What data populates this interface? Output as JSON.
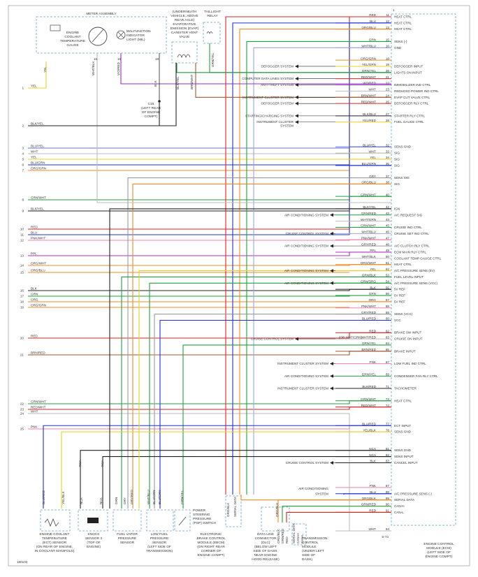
{
  "ecm": {
    "title": [
      "ENGINE CONTROL",
      "MODULE (ECM)",
      "(LEFT SIDE OF",
      "ENGINE COMPT)"
    ],
    "rows": [
      {
        "pin": "11",
        "wire": "RED",
        "fn": "HEAT CTRL",
        "color": "#e02020"
      },
      {
        "pin": "12",
        "wire": "BLU",
        "fn": "HEAT CTRL",
        "color": "#2030d0"
      },
      {
        "pin": "13",
        "wire": "ORG/BLU",
        "fn": "HEAT CTRL",
        "color": "#f08a20"
      },
      {
        "pin": "15",
        "wire": "GRN",
        "fn": "SENS (-)",
        "color": "#20a040"
      },
      {
        "pin": "16",
        "wire": "WHT/BLU",
        "fn": "GND",
        "color": "#9aa6d8"
      },
      {
        "pin": "18",
        "wire": "ORG/GRN",
        "fn": "",
        "color": "#f08a20"
      },
      {
        "pin": "19",
        "wire": "YEL/GRN",
        "fn": "DEFOGGER INPUT",
        "color": "#e8d020"
      },
      {
        "pin": "20",
        "wire": "GRN/YEL",
        "fn": "LIGHTS ON INPUT",
        "color": "#20a040"
      },
      {
        "pin": "21",
        "wire": "RED/WHT",
        "fn": "",
        "color": "#e02020"
      },
      {
        "pin": "22",
        "wire": "VIO/RED",
        "fn": "IMMOBILIZER IND CTRL",
        "color": "#9030c0"
      },
      {
        "pin": "23",
        "wire": "WHT",
        "fn": "REDUCED POWER IND CTRL",
        "color": "#bbbbbb"
      },
      {
        "pin": "24",
        "wire": "BRN/WHT",
        "fn": "EVAP CUT VALVE CTRL",
        "color": "#9a5a30"
      },
      {
        "pin": "25",
        "wire": "RED/WHT",
        "fn": "DEFOGGER RLY CTRL",
        "color": "#e02020"
      },
      {
        "pin": "27",
        "wire": "BLK/BLU",
        "fn": "STARTER RLY CTRL",
        "color": "#222222"
      },
      {
        "pin": "28",
        "wire": "YEL/RED",
        "fn": "FUEL GAUGE CTRL",
        "color": "#e8d020"
      },
      {
        "pin": "32",
        "wire": "BLU/YEL",
        "fn": "SENS GND",
        "color": "#6070e0"
      },
      {
        "pin": "33",
        "wire": "WHT",
        "fn": "SIG",
        "color": "#bbbbbb"
      },
      {
        "pin": "34",
        "wire": "YEL",
        "fn": "SIG",
        "color": "#e8d020"
      },
      {
        "pin": "35",
        "wire": "BLU/GRN",
        "fn": "SIG",
        "color": "#2030d0"
      },
      {
        "pin": "37",
        "wire": "GRY",
        "fn": "SENS SIG",
        "color": "#999999"
      },
      {
        "pin": "38",
        "wire": "ORG/BLU",
        "fn": "SIG",
        "color": "#f08a20"
      },
      {
        "pin": "40",
        "wire": "GRN/WHT",
        "fn": "",
        "color": "#20a040"
      },
      {
        "pin": "42",
        "wire": "BLK/YEL",
        "fn": "IGN",
        "color": "#222222"
      },
      {
        "pin": "43",
        "wire": "GRN/RED",
        "fn": "A/C REQUEST SIG",
        "color": "#20a040"
      },
      {
        "pin": "44",
        "wire": "WHT/GRN",
        "fn": "",
        "color": "#bbbbbb"
      },
      {
        "pin": "45",
        "wire": "GRN/WHT",
        "fn": "CRUISE IND CTRL",
        "color": "#20a040"
      },
      {
        "pin": "46",
        "wire": "WHT/BLU",
        "fn": "CRUISE SET IND CTRL",
        "color": "#9aa6d8"
      },
      {
        "pin": "47",
        "wire": "PNK/WHT",
        "fn": "",
        "color": "#f080b0"
      },
      {
        "pin": "48",
        "wire": "GRY/RED",
        "fn": "A/C CLUTCH RLY CTRL",
        "color": "#999999"
      },
      {
        "pin": "49",
        "wire": "PPL",
        "fn": "ECM MAIN RLY CTRL",
        "color": "#b030c0"
      },
      {
        "pin": "50",
        "wire": "WHT/BLK",
        "fn": "COOLANT TEMP GAUGE CTRL",
        "color": "#bbbbbb"
      },
      {
        "pin": "51",
        "wire": "ORG/WHT",
        "fn": "HEAT CTRL",
        "color": "#f08a20"
      },
      {
        "pin": "52",
        "wire": "YEL",
        "fn": "A/C PRESSURE SENS (5V)",
        "color": "#e8d020"
      },
      {
        "pin": "53",
        "wire": "GRN/BLK",
        "fn": "FUEL LEVEL INPUT",
        "color": "#20a040"
      },
      {
        "pin": "54",
        "wire": "GRN/ORG",
        "fn": "A/C PRESSURE SENS (VCC)",
        "color": "#20a040"
      },
      {
        "pin": "55",
        "wire": "BLK",
        "fn": "5V REF",
        "color": "#222222"
      },
      {
        "pin": "56",
        "wire": "GRN",
        "fn": "5V REF",
        "color": "#20a040"
      },
      {
        "pin": "57",
        "wire": "ORG",
        "fn": "5V REF",
        "color": "#f08a20"
      },
      {
        "pin": "58",
        "wire": "PNK/WHT",
        "fn": "",
        "color": "#f080b0"
      },
      {
        "pin": "59",
        "wire": "GRY/RED",
        "fn": "SENS (VCC)",
        "color": "#999999"
      },
      {
        "pin": "60",
        "wire": "BLU/RED",
        "fn": "VCC",
        "color": "#2030d0"
      },
      {
        "pin": "62",
        "wire": "RED",
        "fn": "BRAKE SW INPUT",
        "color": "#e02020"
      },
      {
        "pin": "63",
        "wire": "WHT/RED",
        "fn": "CRUISE ON INPUT",
        "color": "#bbbbbb"
      },
      {
        "pin": "64",
        "wire": "GRN/YEL",
        "fn": "",
        "color": "#20a040"
      },
      {
        "pin": "65",
        "wire": "BRN/RED",
        "fn": "BRAKE INPUT",
        "color": "#9a5a30"
      },
      {
        "pin": "67",
        "wire": "PNK",
        "fn": "LOW FUEL IND CTRL",
        "color": "#f080b0"
      },
      {
        "pin": "69",
        "wire": "GRN/YEL",
        "fn": "CONDENSER FAN RLY CTRL",
        "color": "#20a040"
      },
      {
        "pin": "71",
        "wire": "BLK/RED",
        "fn": "TACHOMETER",
        "color": "#222222"
      },
      {
        "pin": "73",
        "wire": "GRN/WHT",
        "fn": "HEAT CTRL",
        "color": "#20a040"
      },
      {
        "pin": "74",
        "wire": "RED/WHT",
        "fn": "",
        "color": "#e02020"
      },
      {
        "pin": "77",
        "wire": "BLU/RED",
        "fn": "ECT INPUT",
        "color": "#2030d0"
      },
      {
        "pin": "78",
        "wire": "YEL/BLK",
        "fn": "SENS GND",
        "color": "#e8d020"
      },
      {
        "pin": "81",
        "wire": "NCA",
        "fn": "SENS GND",
        "color": "#222222"
      },
      {
        "pin": "82",
        "wire": "NCA",
        "fn": "SENS INPUT",
        "color": "#222222"
      },
      {
        "pin": "83",
        "wire": "BLK",
        "fn": "CANCEL INPUT",
        "color": "#222222"
      },
      {
        "pin": "87",
        "wire": "PNK",
        "fn": "",
        "color": "#f080b0"
      },
      {
        "pin": "88",
        "wire": "BLU",
        "fn": "A/C PRESSURE SENS (-)",
        "color": "#2030d0"
      },
      {
        "pin": "89",
        "wire": "ORG/BLK",
        "fn": "SERIAL DATA",
        "color": "#f08a20"
      },
      {
        "pin": "90",
        "wire": "GRN/RED",
        "fn": "CAN-H",
        "color": "#20a040"
      },
      {
        "pin": "91",
        "wire": "RED",
        "fn": "CAN-L",
        "color": "#e02020"
      },
      {
        "pin": "94",
        "wire": "WHT",
        "fn": "",
        "color": "#bbbbbb"
      }
    ],
    "pin_ranges": [
      "1",
      "S-74"
    ]
  },
  "left_wires": [
    {
      "num": "1",
      "wire": "YEL",
      "color": "#e8d020"
    },
    {
      "num": "2",
      "wire": "BLK/YEL",
      "color": "#222222"
    },
    {
      "num": "3",
      "wire": "BLU/YEL",
      "color": "#6070e0"
    },
    {
      "num": "4",
      "wire": "WHT",
      "color": "#bbbbbb"
    },
    {
      "num": "5",
      "wire": "YEL",
      "color": "#e8d020"
    },
    {
      "num": "6",
      "wire": "BLU/GRN",
      "color": "#2030d0"
    },
    {
      "num": "7",
      "wire": "ORG/GRN",
      "color": "#f08a20"
    },
    {
      "num": "8",
      "wire": "GRN/WHT",
      "color": "#20a040"
    },
    {
      "num": "9",
      "wire": "BLK/YEL",
      "color": "#222222"
    },
    {
      "num": "10",
      "wire": "RED",
      "color": "#e02020"
    },
    {
      "num": "11",
      "wire": "BLU",
      "color": "#2030d0"
    },
    {
      "num": "12",
      "wire": "PNK/WHT",
      "color": "#f080b0"
    },
    {
      "num": "13",
      "wire": "PPL",
      "color": "#b030c0"
    },
    {
      "num": "14",
      "wire": "ORG/WHT",
      "color": "#f08a20"
    },
    {
      "num": "15",
      "wire": "ORG/BLU",
      "color": "#f08a20"
    },
    {
      "num": "16",
      "wire": "BLK",
      "color": "#222222"
    },
    {
      "num": "17",
      "wire": "GRN",
      "color": "#20a040"
    },
    {
      "num": "18",
      "wire": "ORG",
      "color": "#f08a20"
    },
    {
      "num": "19",
      "wire": "ORG/GRN",
      "color": "#f08a20"
    },
    {
      "num": "20",
      "wire": "RED",
      "color": "#e02020"
    },
    {
      "num": "21",
      "wire": "BRN/RED",
      "color": "#9a5a30"
    },
    {
      "num": "22",
      "wire": "GRN/WHT",
      "color": "#20a040"
    },
    {
      "num": "23",
      "wire": "RED/WHT",
      "color": "#e02020"
    },
    {
      "num": "24",
      "wire": "WHT",
      "color": "#bbbbbb"
    },
    {
      "num": "25",
      "wire": "PNK",
      "color": "#f080b0"
    }
  ],
  "system_labels": [
    {
      "text": "DEFOGGER SYSTEM",
      "row": "19"
    },
    {
      "text": "COMPUTER DATA LINES SYSTEM",
      "row": "21"
    },
    {
      "text": "ANTI-THEFT SYSTEM",
      "row": "22"
    },
    {
      "text": "INSTRUMENT CLUSTER SYSTEM",
      "row": "24"
    },
    {
      "text": "DEFOGGER SYSTEM",
      "row": "25"
    },
    {
      "text": "STARTING/CHARGING SYSTEM",
      "row": "27"
    },
    {
      "text": "INSTRUMENT CLUSTER",
      "row": "28"
    },
    {
      "text": "SYSTEM",
      "row": "28b"
    },
    {
      "text": "AIR CONDITIONING SYSTEM",
      "row": "43"
    },
    {
      "text": "CRUISE CONTROL SYSTEM",
      "row": "46"
    },
    {
      "text": "AIR CONDITIONING SYSTEM",
      "row": "48"
    },
    {
      "text": "AIR CONDITIONING SYSTEM",
      "row": "52"
    },
    {
      "text": "AIR CONDITIONING SYSTEM",
      "row": "54"
    },
    {
      "text": "CRUISE CONTROL SYSTEM",
      "row": "63"
    },
    {
      "text": "INSTRUMENT CLUSTER SYSTEM",
      "row": "67"
    },
    {
      "text": "AIR CONDITIONING SYSTEM",
      "row": "69"
    },
    {
      "text": "INSTRUMENT CLUSTER SYSTEM",
      "row": "71"
    },
    {
      "text": "CRUISE CONTROL SYSTEM",
      "row": "83"
    },
    {
      "text": "AIR CONDITIONING",
      "row": "88a"
    },
    {
      "text": "SYSTEM",
      "row": "88b"
    }
  ],
  "extra_text": {
    "or_wht_grn": "(OR WHT/GRN)"
  },
  "meter": {
    "title": "METER ASSEMBLY",
    "ect_gauge": [
      "ENGINE",
      "COOLANT",
      "TEMPERATURE",
      "GAUGE"
    ],
    "mil": [
      "MALFUNCTION",
      "INDICATOR",
      "LIGHT (MIL)"
    ],
    "pins": [
      "YEL",
      "WHT/BLK",
      "VIO/RED",
      "BLK",
      "15",
      "16",
      "19"
    ],
    "c16": [
      "C16",
      "(LEFT REAR",
      "OF ENGINE",
      "COMPT)"
    ]
  },
  "evap": {
    "text": [
      "(UNDERNEATH",
      "VEHICLE, ABOVE",
      "REAR AXLE)",
      "EVAPORATIVE",
      "EMISSION (EVAP)",
      "CANISTER VENT",
      "VALVE"
    ],
    "pins": [
      "BLK/YEL",
      "BRN/WHT"
    ]
  },
  "taillight": {
    "text": [
      "TAILLIGHT",
      "RELAY"
    ],
    "pin": "GRN/YEL"
  },
  "components": [
    {
      "name": "ect",
      "lines": [
        "ENGINE COOLANT",
        "TEMPERATURE",
        "(ECT) SENSOR",
        "(ON REAR OF ENGINE,",
        "IN COOLANT MANIFOLD)"
      ],
      "pins": [
        "BLU/RED",
        "YEL/BLK"
      ]
    },
    {
      "name": "knock",
      "lines": [
        "KNOCK",
        "SENSOR 2",
        "(TOP OF",
        "ENGINE)"
      ],
      "pins": [
        "NCA",
        "NCA"
      ]
    },
    {
      "name": "fuel-vapor",
      "lines": [
        "FUEL VAPOR",
        "PRESSURE",
        "SENSOR"
      ],
      "pins": [
        "GRN",
        "GRY",
        "GRY/RED"
      ]
    },
    {
      "name": "low-fuel",
      "lines": [
        "LOW FUEL",
        "PRESSURE",
        "SENSOR",
        "(LEFT SIDE OF",
        "TRANSMISSION)"
      ],
      "pins": [
        "WHT/BLU",
        "BLU/GRN",
        "BLU/GRN"
      ]
    },
    {
      "name": "psp",
      "lines": [
        "POWER",
        "STEERING",
        "PRESSURE",
        "(PSP) SWITCH"
      ],
      "pins": [
        "GRN/YEL"
      ]
    },
    {
      "name": "ebcm",
      "lines": [
        "ELECTRONIC",
        "BRAKE CONTROL",
        "MODULE (EBCM)",
        "(ON RIGHT REAR",
        "CORNER OF",
        "ENGINE COMPT)"
      ],
      "pins": [
        "ORG/BLK",
        "SERIAL DATA"
      ]
    },
    {
      "name": "dlc",
      "lines": [
        "DATA LINK",
        "CONNECTOR",
        "(DLC)",
        "(BELOW LEFT",
        "SIDE OF DASH,",
        "NEAR ENGINE",
        "HOOD RELEASE)"
      ],
      "pins": [
        "ORG/BLK"
      ]
    },
    {
      "name": "tcm",
      "lines": [
        "TRANSMISSION",
        "CONTROL",
        "MODULE",
        "(UNDER LEFT",
        "SIDE OF",
        "DASH)"
      ],
      "pins": [
        "ORG/BLK",
        "GRN/RED",
        "RED",
        "SERIAL DATA",
        "CAN-H",
        "CAN-L"
      ]
    }
  ],
  "extra_pins": [
    "NCA",
    "NCA"
  ],
  "footer_code": "180103"
}
